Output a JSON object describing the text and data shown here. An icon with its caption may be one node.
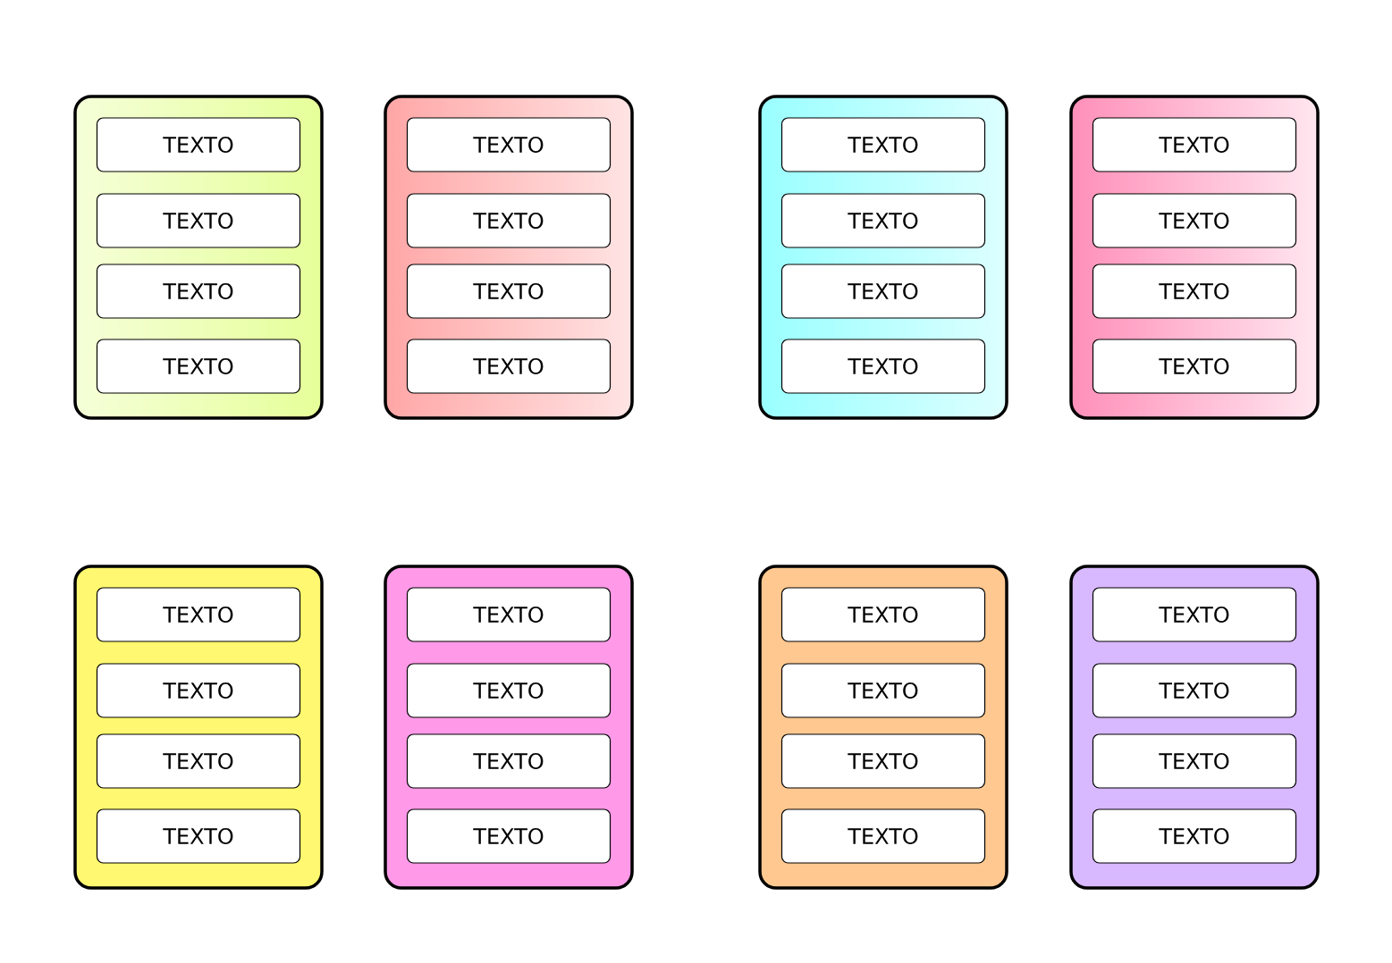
{
  "diagram": {
    "nodes": [
      {
        "text": [],
        "shape": "box"
      },
      {
        "text": [
          "TEXTO"
        ],
        "in": 0
      },
      {
        "text": [
          "TEXTO"
        ],
        "in": 0
      },
      {
        "text": [
          "TEXTO"
        ],
        "in": 0
      },
      {
        "text": [
          "TEXTO"
        ],
        "in": 0
      },
      {
        "text": [],
        "shape": "box"
      },
      {
        "text": [
          "TEXTO"
        ],
        "in": 5
      },
      {
        "text": [
          "TEXTO"
        ],
        "in": 5
      },
      {
        "text": [
          "TEXTO"
        ],
        "in": 5
      },
      {
        "text": [
          "TEXTO"
        ],
        "in": 5
      },
      {
        "text": [],
        "shape": "box"
      },
      {
        "text": [
          "TEXTO"
        ],
        "in": 10
      },
      {
        "text": [
          "TEXTO"
        ],
        "in": 10
      },
      {
        "text": [
          "TEXTO"
        ],
        "in": 10
      },
      {
        "text": [
          "TEXTO"
        ],
        "in": 10
      },
      {
        "text": [],
        "shape": "box"
      },
      {
        "text": [
          "TEXTO"
        ],
        "in": 15
      },
      {
        "text": [
          "TEXTO"
        ],
        "in": 15
      },
      {
        "text": [
          "TEXTO"
        ],
        "in": 15
      },
      {
        "text": [
          "TEXTO"
        ],
        "in": 15
      },
      {
        "text": [],
        "shape": "box"
      },
      {
        "text": [
          "TEXTO"
        ],
        "in": 20
      },
      {
        "text": [
          "TEXTO"
        ],
        "in": 20
      },
      {
        "text": [
          "TEXTO"
        ],
        "in": 20
      },
      {
        "text": [
          "TEXTO"
        ],
        "in": 20
      },
      {
        "text": [],
        "shape": "box"
      },
      {
        "text": [
          "TEXTO"
        ],
        "in": 25
      },
      {
        "text": [
          "TEXTO"
        ],
        "in": 25
      },
      {
        "text": [
          "TEXTO"
        ],
        "in": 25
      },
      {
        "text": [
          "TEXTO"
        ],
        "in": 25
      },
      {
        "text": [],
        "shape": "box"
      },
      {
        "text": [
          "TEXTO"
        ],
        "in": 30
      },
      {
        "text": [
          "TEXTO"
        ],
        "in": 30
      },
      {
        "text": [
          "TEXTO"
        ],
        "in": 30
      },
      {
        "text": [
          "TEXTO"
        ],
        "in": 30
      },
      {
        "text": [],
        "shape": "box"
      },
      {
        "text": [
          "TEXTO"
        ],
        "in": 35
      },
      {
        "text": [
          "TEXTO"
        ],
        "in": 35
      },
      {
        "text": [
          "TEXTO"
        ],
        "in": 35
      },
      {
        "text": [
          "TEXTO"
        ],
        "in": 35
      }
    ]
  }
}
